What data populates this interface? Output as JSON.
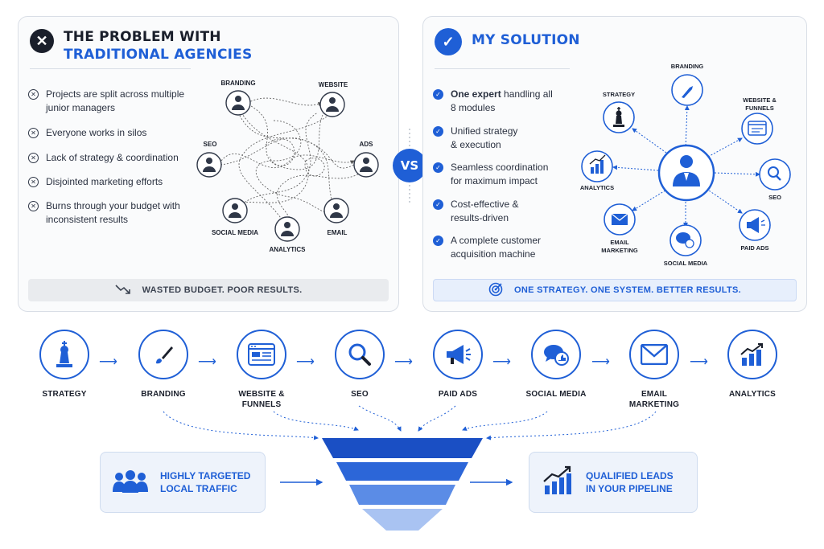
{
  "problem": {
    "title_line1": "THE PROBLEM WITH",
    "title_line2": "TRADITIONAL AGENCIES",
    "items": [
      "Projects are split across multiple junior managers",
      "Everyone works in silos",
      "Lack of strategy & coordination",
      "Disjointed marketing efforts",
      "Burns through your budget with inconsistent results"
    ],
    "network_labels": {
      "branding": "BRANDING",
      "website": "WEBSITE",
      "seo": "SEO",
      "ads": "ADS",
      "social": "SOCIAL MEDIA",
      "email": "EMAIL",
      "analytics": "ANALYTICS"
    },
    "bottom": "WASTED BUDGET. POOR RESULTS."
  },
  "vs": "VS",
  "solution": {
    "title": "MY SOLUTION",
    "items": [
      {
        "bold": "One expert",
        "rest": " handling all 8 modules"
      },
      {
        "bold": "",
        "rest": "Unified strategy & execution"
      },
      {
        "bold": "",
        "rest": "Seamless coordination for maximum impact"
      },
      {
        "bold": "",
        "rest": "Cost-effective & results-driven"
      },
      {
        "bold": "",
        "rest": "A complete customer acquisition machine"
      }
    ],
    "hub_labels": {
      "branding": "BRANDING",
      "strategy": "STRATEGY",
      "website": "WEBSITE & FUNNELS",
      "analytics": "ANALYTICS",
      "seo": "SEO",
      "email": "EMAIL MARKETING",
      "social": "SOCIAL MEDIA",
      "paid": "PAID ADS"
    },
    "bottom": "ONE STRATEGY. ONE SYSTEM. BETTER RESULTS."
  },
  "pipeline": {
    "steps": [
      {
        "label": "STRATEGY",
        "icon": "chess-king-icon"
      },
      {
        "label": "BRANDING",
        "icon": "paintbrush-icon"
      },
      {
        "label": "WEBSITE & FUNNELS",
        "icon": "browser-window-icon"
      },
      {
        "label": "SEO",
        "icon": "magnifier-icon"
      },
      {
        "label": "PAID ADS",
        "icon": "megaphone-icon"
      },
      {
        "label": "SOCIAL MEDIA",
        "icon": "chat-like-icon"
      },
      {
        "label": "EMAIL MARKETING",
        "icon": "envelope-icon"
      },
      {
        "label": "ANALYTICS",
        "icon": "bar-chart-icon"
      }
    ],
    "input": "HIGHLY TARGETED LOCAL TRAFFIC",
    "output": "QUALIFIED LEADS IN YOUR PIPELINE"
  },
  "colors": {
    "accent": "#1f5fd6",
    "dark": "#1a1f2b",
    "funnel": [
      "#1a4fc4",
      "#2c66d8",
      "#5b8ce6",
      "#a9c3f2"
    ]
  }
}
